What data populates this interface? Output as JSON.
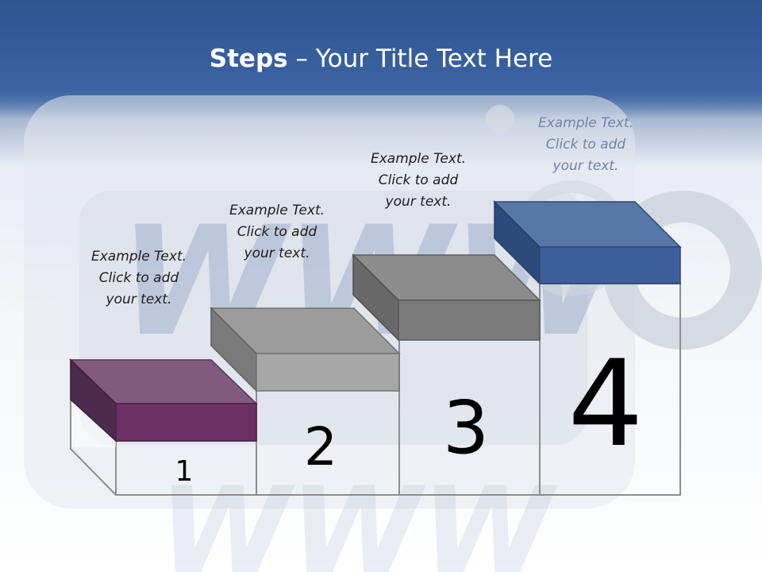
{
  "title": {
    "bold": "Steps",
    "rest": " – Your Title Text Here"
  },
  "steps": [
    {
      "number": "1",
      "caption": [
        "Example Text.",
        "Click  to add",
        "your text."
      ],
      "color": "#6d3b6a"
    },
    {
      "number": "2",
      "caption": [
        "Example Text.",
        "Click  to add",
        "your text."
      ],
      "color": "#9a9a9a"
    },
    {
      "number": "3",
      "caption": [
        "Example Text.",
        "Click  to add",
        "your text."
      ],
      "color": "#8a8a8a"
    },
    {
      "number": "4",
      "caption": [
        "Example Text.",
        "Click  to add",
        "your text."
      ],
      "color": "#3d5f97"
    }
  ],
  "background": {
    "watermark_text": "WWW",
    "header_color": "#2f5590"
  }
}
